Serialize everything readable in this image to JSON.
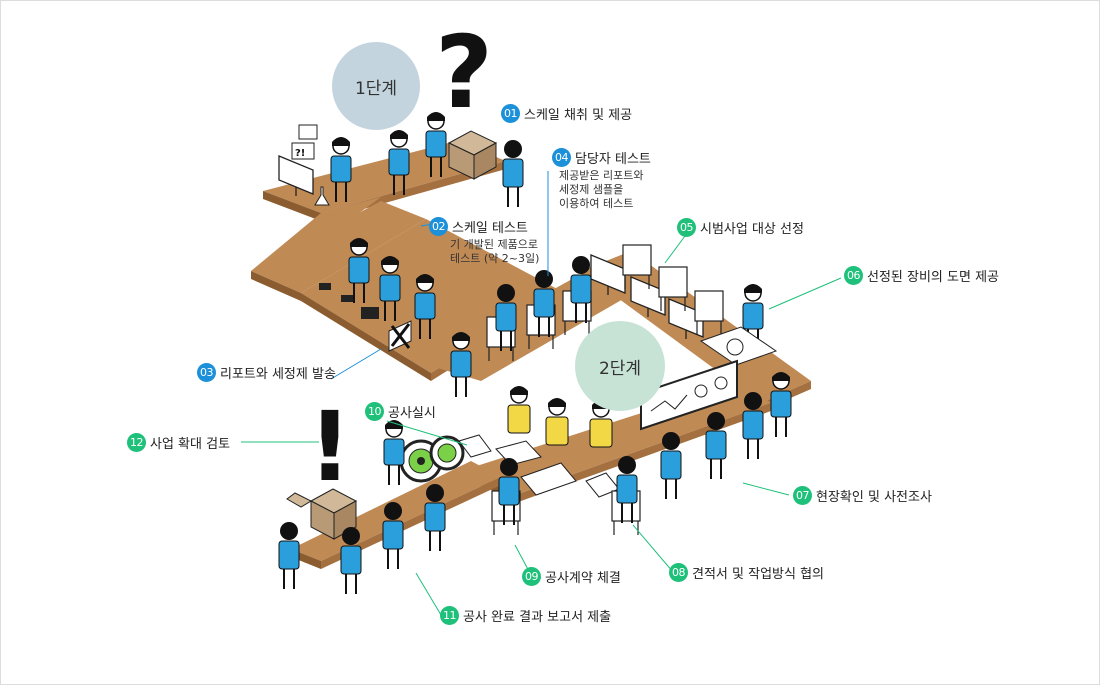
{
  "stages": {
    "stage1": "1단계",
    "stage2": "2단계"
  },
  "colors": {
    "stage1_bg": "#c3d4df",
    "stage2_bg": "#c7e3d6",
    "blue_badge": "#1c90d8",
    "green_badge": "#1fc07a",
    "table": "#c08a55",
    "table_edge": "#8a5c30",
    "shirt": "#2a9fdc",
    "yellow": "#f3d846"
  },
  "steps": [
    {
      "num": "01",
      "label": "스케일 채취 및 제공",
      "color": "blue"
    },
    {
      "num": "02",
      "label": "스케일 테스트",
      "color": "blue",
      "sub": "기 개발된 제품으로\n테스트 (약 2~3일)"
    },
    {
      "num": "03",
      "label": "리포트와 세정제 발송",
      "color": "blue"
    },
    {
      "num": "04",
      "label": "담당자 테스트",
      "color": "blue",
      "sub": "제공받은 리포트와\n세정제 샘플을\n이용하여 테스트"
    },
    {
      "num": "05",
      "label": "시범사업 대상 선정",
      "color": "green"
    },
    {
      "num": "06",
      "label": "선정된 장비의 도면 제공",
      "color": "green"
    },
    {
      "num": "07",
      "label": "현장확인 및 사전조사",
      "color": "green"
    },
    {
      "num": "08",
      "label": "견적서 및 작업방식 협의",
      "color": "green"
    },
    {
      "num": "09",
      "label": "공사계약 체결",
      "color": "green"
    },
    {
      "num": "10",
      "label": "공사실시",
      "color": "green"
    },
    {
      "num": "11",
      "label": "공사 완료 결과 보고서 제출",
      "color": "green"
    },
    {
      "num": "12",
      "label": "사업 확대 검토",
      "color": "green"
    }
  ],
  "props": {
    "question_mark": "?",
    "exclamation_mark": "!",
    "note_text": "?!"
  }
}
